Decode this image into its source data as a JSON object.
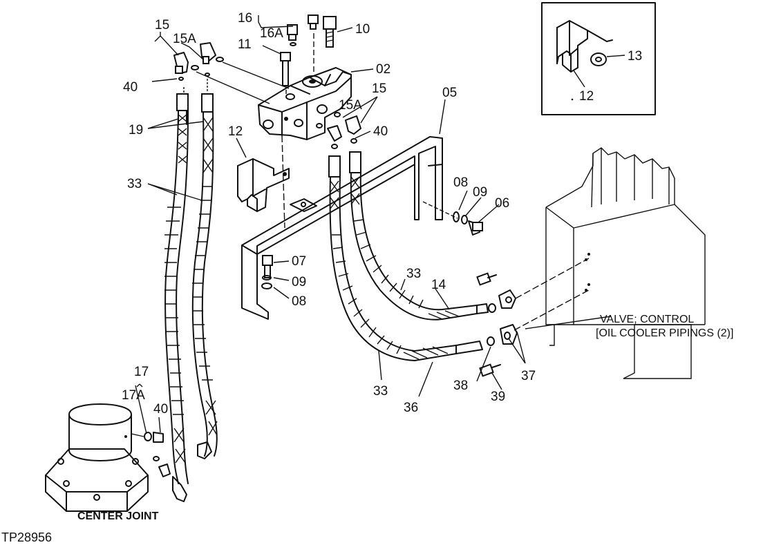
{
  "figure_id": "TP28956",
  "captions": {
    "center_joint": "CENTER JOINT",
    "control_valve_line1": "VALVE; CONTROL",
    "control_valve_line2": "[OIL COOLER PIPINGS (2)]"
  },
  "callouts": [
    {
      "id": "c16",
      "text": "16"
    },
    {
      "id": "c16a",
      "text": "16A"
    },
    {
      "id": "c10",
      "text": "10"
    },
    {
      "id": "c15-top",
      "text": "15"
    },
    {
      "id": "c15a-top",
      "text": "15A"
    },
    {
      "id": "c11",
      "text": "11"
    },
    {
      "id": "c02",
      "text": "02"
    },
    {
      "id": "c40-left",
      "text": "40"
    },
    {
      "id": "c15-right",
      "text": "15"
    },
    {
      "id": "c15a-right",
      "text": "15A"
    },
    {
      "id": "c05",
      "text": "05"
    },
    {
      "id": "c40-mid",
      "text": "40"
    },
    {
      "id": "c19",
      "text": "19"
    },
    {
      "id": "c12-mid",
      "text": "12"
    },
    {
      "id": "c33-left",
      "text": "33"
    },
    {
      "id": "c08-top",
      "text": "08"
    },
    {
      "id": "c09-top",
      "text": "09"
    },
    {
      "id": "c06",
      "text": "06"
    },
    {
      "id": "c07",
      "text": "07"
    },
    {
      "id": "c09-bot",
      "text": "09"
    },
    {
      "id": "c08-bot",
      "text": "08"
    },
    {
      "id": "c33-mid",
      "text": "33"
    },
    {
      "id": "c14",
      "text": "14"
    },
    {
      "id": "c33-low",
      "text": "33"
    },
    {
      "id": "c36",
      "text": "36"
    },
    {
      "id": "c38",
      "text": "38"
    },
    {
      "id": "c37",
      "text": "37"
    },
    {
      "id": "c39",
      "text": "39"
    },
    {
      "id": "c17",
      "text": "17"
    },
    {
      "id": "c17a",
      "text": "17A"
    },
    {
      "id": "c40-bot",
      "text": "40"
    },
    {
      "id": "c13",
      "text": "13"
    },
    {
      "id": "c12-inset",
      "text": "12"
    }
  ]
}
